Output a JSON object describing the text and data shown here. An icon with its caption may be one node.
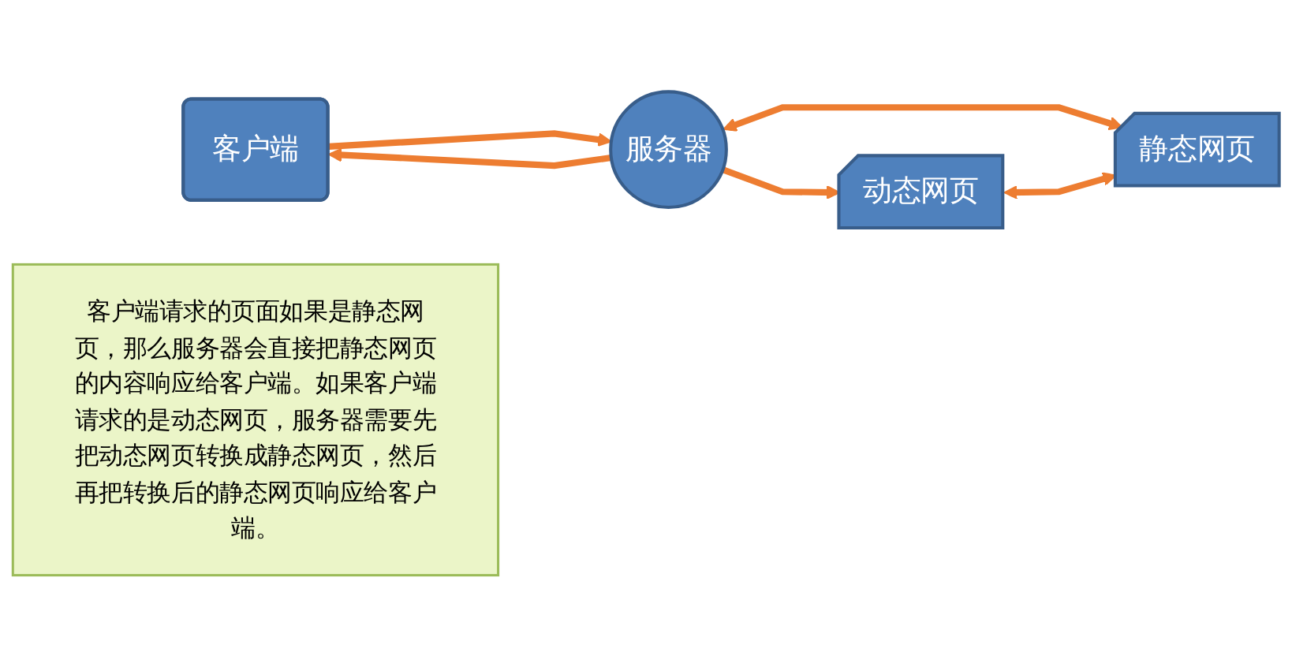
{
  "diagram": {
    "nodes": [
      {
        "text": [
          "客户端"
        ]
      },
      {
        "text": [
          "服务器"
        ]
      },
      {
        "text": [
          "动态网页"
        ]
      },
      {
        "text": [
          "客户端请求的页面如果是静态网页，那么服务器会直接把静态网页的内容响应给客户端。如果客户端请求的是动态网页，服务器需要先把动态网页转换成静态网页，然后再把转换后的静态网页响应给客户端。"
        ]
      },
      {
        "text": [
          "静态网页"
        ]
      }
    ],
    "edges": [
      {
        "from": 0,
        "to": 1,
        "arrow": "to"
      },
      {
        "from": 1,
        "to": 0,
        "arrow": "to"
      },
      {
        "from": 1,
        "to": 2,
        "arrow": "to"
      },
      {
        "from": 1,
        "to": 4,
        "arrow": "both"
      },
      {
        "from": 2,
        "to": 4,
        "arrow": "both"
      }
    ]
  }
}
